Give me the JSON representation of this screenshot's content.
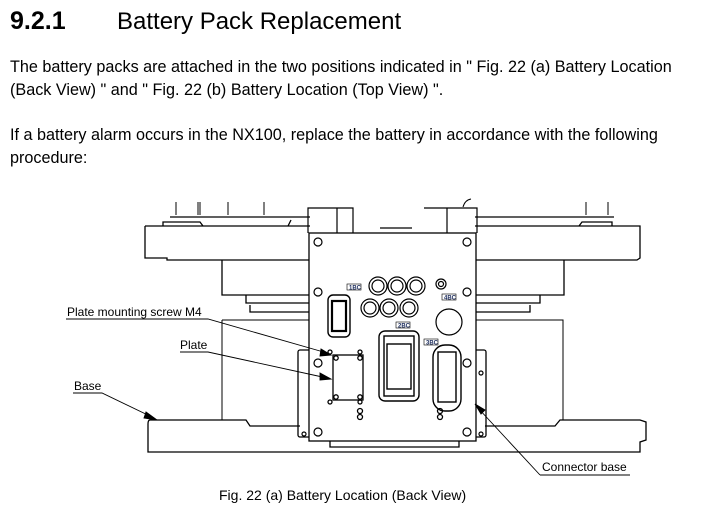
{
  "section": {
    "number": "9.2.1",
    "title": "Battery Pack Replacement"
  },
  "paragraphs": [
    "The battery packs are attached in the two positions indicated in \" Fig. 22 (a)  Battery Location (Back View) \" and \" Fig. 22 (b)  Battery Location (Top View) \".",
    "If a battery alarm occurs in the NX100, replace the battery in accordance with the following procedure:"
  ],
  "figure": {
    "callouts": {
      "plate_screw": "Plate mounting screw M4",
      "plate": "Plate",
      "base": "Base",
      "connector_base": "Connector base"
    },
    "connector_tags": [
      "1BC",
      "2BC",
      "3BC",
      "4BC"
    ],
    "caption": "Fig. 22 (a)  Battery Location (Back View)"
  }
}
